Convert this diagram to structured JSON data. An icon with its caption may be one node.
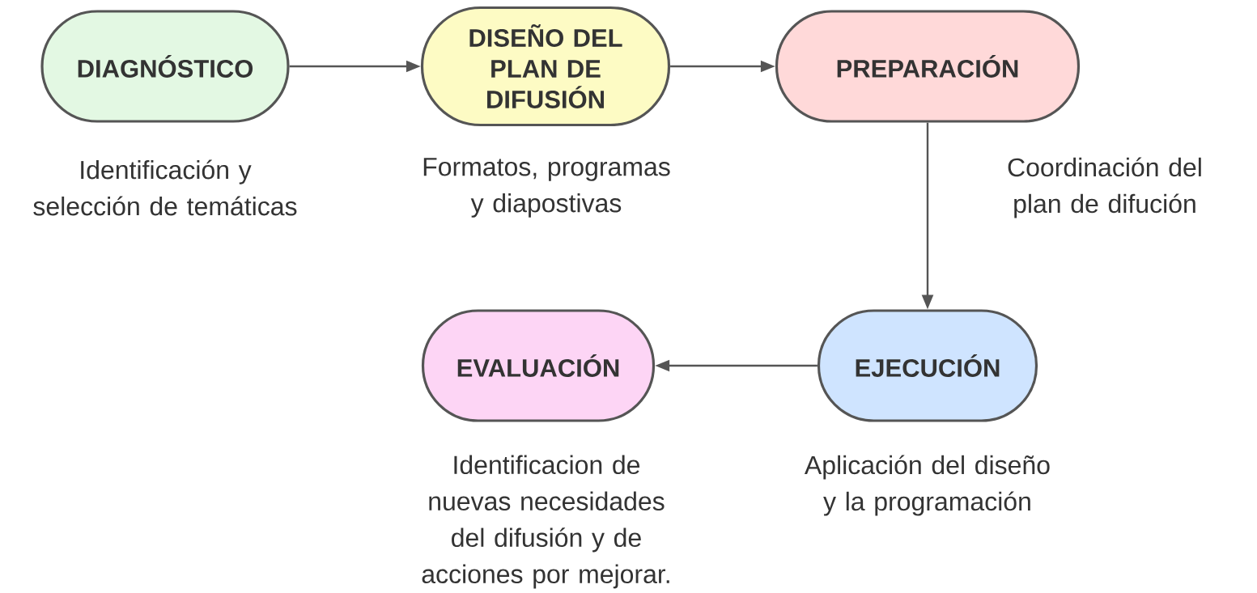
{
  "diagram": {
    "nodes": [
      {
        "text": [
          "DIAGNÓSTICO"
        ],
        "beside": [
          "Identificación y selección de temáticas"
        ]
      },
      {
        "text": [
          "DISEÑO DEL PLAN DE DIFUSIÓN"
        ],
        "beside": [
          "Formatos, programas y diapostivas"
        ]
      },
      {
        "text": [
          "PREPARACIÓN"
        ],
        "beside": [
          "Coordinación del plan de difución"
        ]
      },
      {
        "text": [
          "EJECUCIÓN"
        ],
        "beside": [
          "Aplicación del diseño y la programación"
        ]
      },
      {
        "text": [
          "EVALUACIÓN"
        ],
        "beside": [
          "Identificacion de nuevas necesidades del difusión y de acciones por mejorar."
        ]
      }
    ],
    "edges": [
      {
        "from": 0,
        "to": 1,
        "arrow": "to"
      },
      {
        "from": 1,
        "to": 2,
        "arrow": "to"
      },
      {
        "from": 2,
        "to": 3,
        "arrow": "to"
      },
      {
        "from": 3,
        "to": 4,
        "arrow": "to"
      }
    ]
  }
}
